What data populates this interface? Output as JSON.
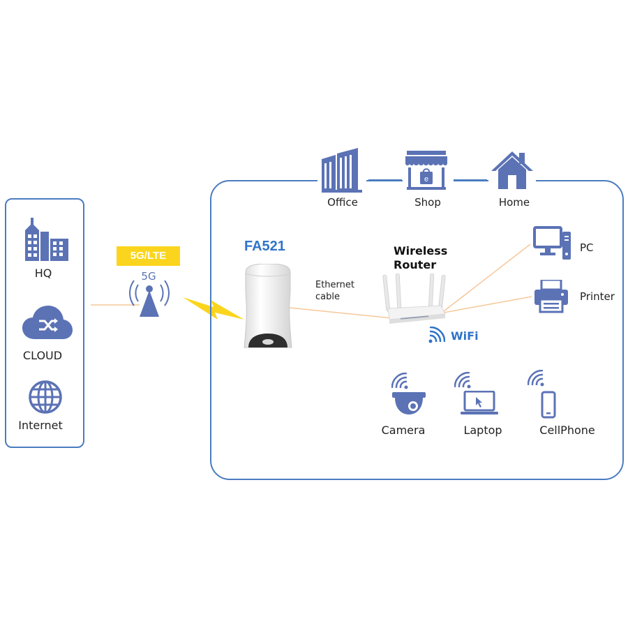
{
  "colors": {
    "icon": "#5b72b5",
    "frame": "#4a7cc0",
    "accent_blue": "#2f74c8",
    "badge": "#fbd51d",
    "link_line": "#f6c89a"
  },
  "left_panel": {
    "items": [
      {
        "label": "HQ",
        "icon": "building-icon"
      },
      {
        "label": "CLOUD",
        "icon": "cloud-shuffle-icon"
      },
      {
        "label": "Internet",
        "icon": "globe-icon"
      }
    ]
  },
  "tower": {
    "badge": "5G/LTE",
    "tower_label": "5G"
  },
  "locations": [
    {
      "label": "Office",
      "icon": "office-building-icon"
    },
    {
      "label": "Shop",
      "icon": "shop-icon"
    },
    {
      "label": "Home",
      "icon": "home-icon"
    }
  ],
  "device": {
    "name": "FA521"
  },
  "cable": {
    "line1": "Ethernet",
    "line2": "cable"
  },
  "router": {
    "line1": "Wireless",
    "line2": "Router",
    "wifi_label": "WiFi"
  },
  "wired_clients": [
    {
      "label": "PC",
      "icon": "desktop-pc-icon"
    },
    {
      "label": "Printer",
      "icon": "printer-icon"
    }
  ],
  "wireless_clients": [
    {
      "label": "Camera",
      "icon": "dome-camera-icon"
    },
    {
      "label": "Laptop",
      "icon": "laptop-icon"
    },
    {
      "label": "CellPhone",
      "icon": "smartphone-icon"
    }
  ]
}
